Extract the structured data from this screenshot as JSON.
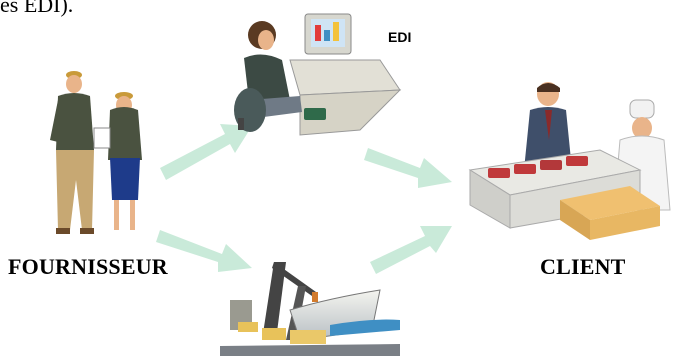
{
  "header": {
    "partial_text": "es EDI)."
  },
  "labels": {
    "supplier": "FOURNISSEUR",
    "client": "CLIENT",
    "edi": "EDI"
  },
  "colors": {
    "arrow": "#c9ead9",
    "suit_dark": "#4a5240",
    "skin": "#e9b48a",
    "sea": "#3f8fc4"
  },
  "icons": {
    "suppliers": "two-workers-clipboard-illustration",
    "office": "woman-at-computer-illustration",
    "client": "butcher-and-customer-counter-illustration",
    "port": "cargo-ship-crane-illustration"
  }
}
